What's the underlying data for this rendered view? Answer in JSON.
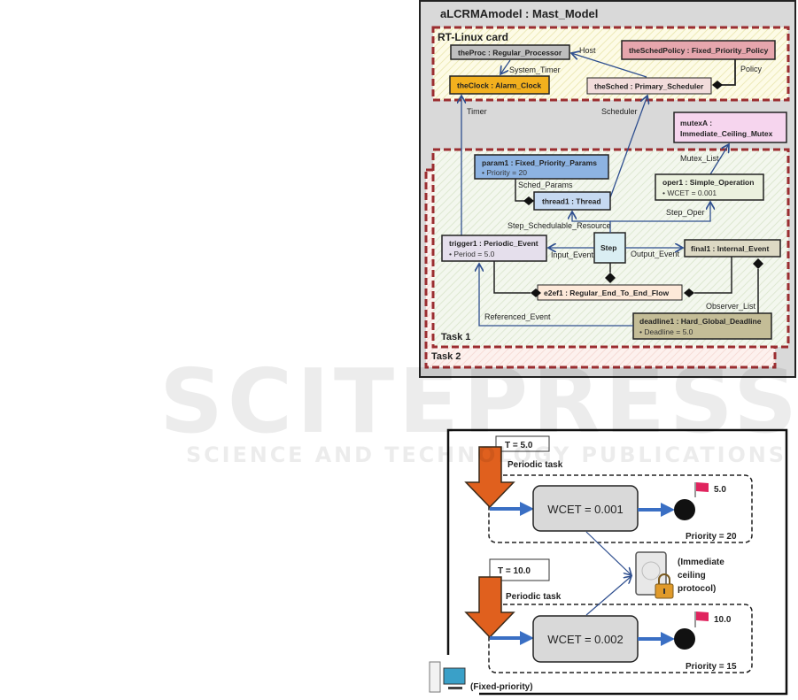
{
  "model": {
    "title": "aLCRMAmodel : Mast_Model",
    "rt_linux": {
      "label": "RT-Linux card",
      "proc": "theProc : Regular_Processor",
      "policy": "theSchedPolicy : Fixed_Priority_Policy",
      "clock": "theClock : Alarm_Clock",
      "sched": "theSched : Primary_Scheduler"
    },
    "edges": {
      "host": "Host",
      "system_timer": "System_Timer",
      "policy": "Policy",
      "timer": "Timer",
      "scheduler": "Scheduler",
      "mutex_list": "Mutex_List",
      "sched_params": "Sched_Params",
      "step_oper": "Step_Oper",
      "step_sched_res": "Step_Schedulable_Resource",
      "input_event": "Input_Event",
      "output_event": "Output_Event",
      "observer_list": "Observer_List",
      "referenced_event": "Referenced_Event"
    },
    "mutex": {
      "line1": "mutexA :",
      "line2": "Immediate_Ceiling_Mutex"
    },
    "param1": {
      "name": "param1 : Fixed_Priority_Params",
      "attr": "• Priority = 20"
    },
    "thread1": "thread1 : Thread",
    "oper1": {
      "name": "oper1 : Simple_Operation",
      "attr": "• WCET = 0.001"
    },
    "trigger1": {
      "name": "trigger1 : Periodic_Event",
      "attr": "• Period = 5.0"
    },
    "step": "Step",
    "final1": "final1 : Internal_Event",
    "e2ef1": "e2ef1 : Regular_End_To_End_Flow",
    "deadline1": {
      "name": "deadline1 : Hard_Global_Deadline",
      "attr": "• Deadline = 5.0"
    },
    "task1": "Task 1",
    "task2": "Task 2",
    "colors": {
      "panel": "#d9d9d9",
      "dashed_border": "#9b2d30",
      "proc": "#bfbfbf",
      "policy": "#e6a6ad",
      "clock": "#f2b01e",
      "sched": "#f2dcdb",
      "mutex": "#f6d5ee",
      "param": "#8db3e2",
      "thread": "#c6d9f1",
      "oper": "#ebf1de",
      "trigger": "#e5dfec",
      "step": "#daeef3",
      "final": "#ddd9c4",
      "flow": "#fde9d9",
      "deadline": "#c4bd97",
      "arrow": "#2f4f8f"
    }
  },
  "system": {
    "task_a": {
      "period": "T = 5.0",
      "label": "Periodic task",
      "wcet": "WCET = 0.001",
      "deadline": "5.0",
      "priority": "Priority = 20"
    },
    "task_b": {
      "period": "T = 10.0",
      "label": "Periodic task",
      "wcet": "WCET = 0.002",
      "deadline": "10.0",
      "priority": "Priority = 15"
    },
    "resource": {
      "line1": "(Immediate",
      "line2": "ceiling",
      "line3": "protocol)"
    },
    "platform": "(Fixed-priority)",
    "icons": [
      "periodic-arrow-icon",
      "deadline-flag-icon",
      "hard-disk-icon",
      "padlock-icon",
      "computer-icon"
    ],
    "colors": {
      "arrow": "#e0601e",
      "flow": "#3a6fc4",
      "box": "#d9d9d9",
      "flag": "#e0245e"
    }
  },
  "watermark": {
    "line1": "SCITEPRESS",
    "line2": "SCIENCE AND TECHNOLOGY PUBLICATIONS"
  }
}
